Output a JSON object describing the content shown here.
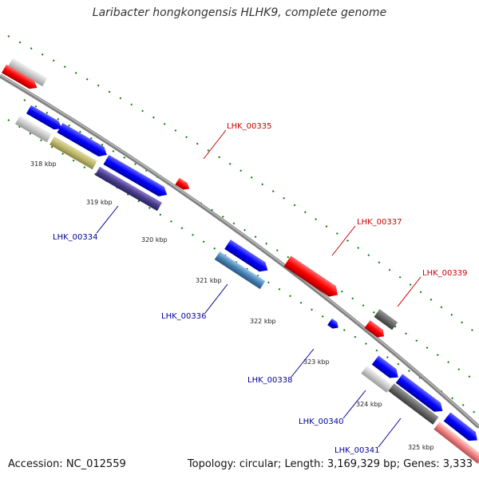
{
  "title": "Laribacter hongkongensis HLHK9, complete genome",
  "accession_text": "Accession: NC_012559",
  "stats_text": "Topology: circular; Length: 3,169,329 bp; Genes: 3,333",
  "colors": {
    "forward_cds": "#0000ff",
    "reverse_cds": "#ff0000",
    "backbone": "#808080",
    "tick": "#008000",
    "label_forward": "#000099",
    "label_reverse": "#cc0000"
  },
  "scale_labels": [
    "318 kbp",
    "319 kbp",
    "320 kbp",
    "321 kbp",
    "322 kbp",
    "323 kbp",
    "324 kbp",
    "325 kbp"
  ],
  "gene_labels": {
    "reverse": [
      "LHK_00335",
      "LHK_00337",
      "LHK_00339"
    ],
    "forward": [
      "LHK_00334",
      "LHK_00336",
      "LHK_00338",
      "LHK_00340",
      "LHK_00341"
    ]
  }
}
